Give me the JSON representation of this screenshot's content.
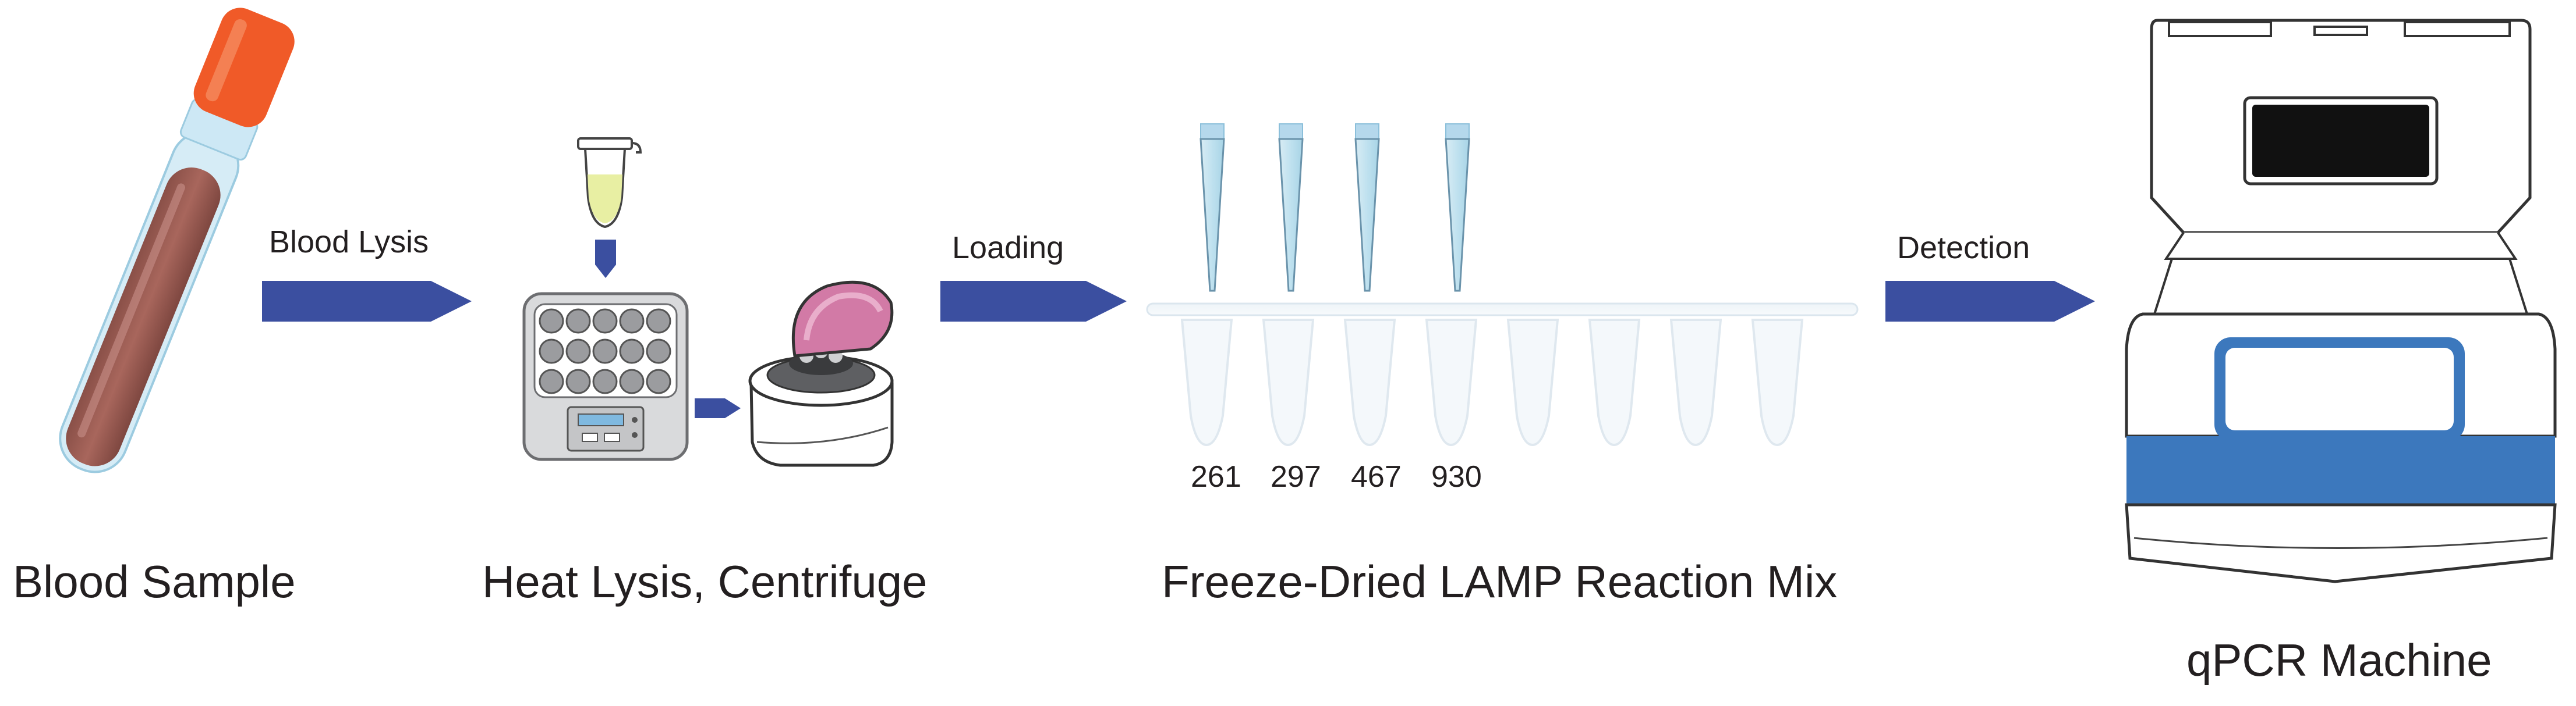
{
  "steps": {
    "blood_sample": "Blood Sample",
    "heat_lysis": "Heat Lysis, Centrifuge",
    "lamp_mix": "Freeze-Dried LAMP Reaction Mix",
    "qpcr": "qPCR Machine"
  },
  "arrows": {
    "blood_lysis": "Blood Lysis",
    "loading": "Loading",
    "detection": "Detection"
  },
  "tube_numbers": [
    "261",
    "297",
    "467",
    "930"
  ],
  "colors": {
    "arrow": "#3b4fa0",
    "blood_cap": "#f05a28",
    "blood": "#9e5f55",
    "tube_liquid": "#e8efa3",
    "centrifuge_lid": "#d27aa6",
    "qpcr_band": "#3c78bd"
  }
}
